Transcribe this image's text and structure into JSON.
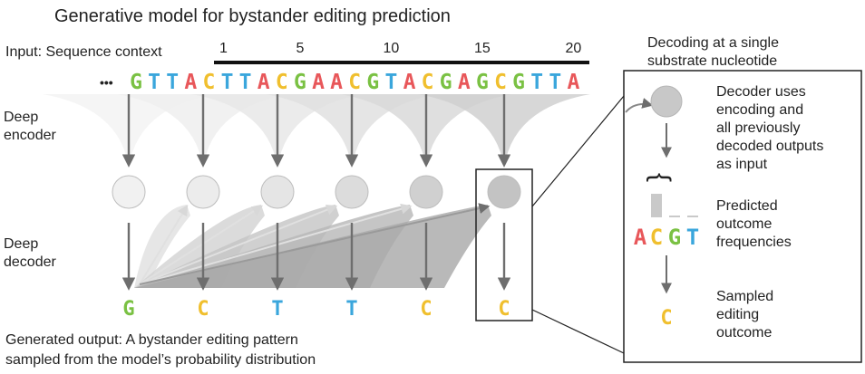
{
  "title": "Generative model for bystander editing prediction",
  "input_label": "Input: Sequence context",
  "position_ticks": [
    "1",
    "5",
    "10",
    "15",
    "20"
  ],
  "ellipsis": "•••",
  "sequence": [
    "G",
    "T",
    "T",
    "A",
    "C",
    "T",
    "T",
    "A",
    "C",
    "G",
    "A",
    "A",
    "C",
    "G",
    "T",
    "A",
    "C",
    "G",
    "A",
    "G",
    "C",
    "G",
    "T",
    "T",
    "A"
  ],
  "encoder_label": [
    "Deep",
    "encoder"
  ],
  "decoder_label": [
    "Deep",
    "decoder"
  ],
  "outputs": [
    "G",
    "C",
    "T",
    "T",
    "C",
    "C"
  ],
  "generated_caption": [
    "Generated output: A bystander editing pattern",
    "sampled from the model’s probability distribution"
  ],
  "panel": {
    "title": [
      "Decoding at a single",
      "substrate nucleotide"
    ],
    "decoder_text": [
      "Decoder uses",
      "encoding and",
      "all previously",
      "decoded outputs",
      "as input"
    ],
    "brace": "{",
    "predicted_text": [
      "Predicted",
      "outcome",
      "frequencies"
    ],
    "letters": [
      "A",
      "C",
      "G",
      "T"
    ],
    "frequencies": [
      0.0,
      1.0,
      0.06,
      0.06
    ],
    "sampled_text": [
      "Sampled",
      "editing",
      "outcome"
    ],
    "sampled_letter": "C"
  },
  "colors": {
    "A": "#e8575a",
    "C": "#f0bf2e",
    "G": "#7ac143",
    "T": "#3aa6dc",
    "arrow": "#6e6e6e",
    "text": "#222222"
  }
}
